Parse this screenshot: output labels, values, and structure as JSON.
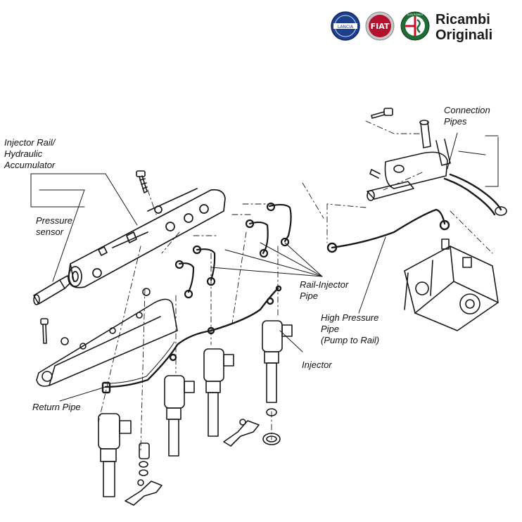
{
  "header": {
    "brand_line1": "Ricambi",
    "brand_line2": "Originali",
    "logos": [
      {
        "name": "lancia-logo",
        "text": "LANCIA",
        "color": "#1d3f8c"
      },
      {
        "name": "fiat-logo",
        "text": "FIAT",
        "color": "#b3122e"
      },
      {
        "name": "alfa-romeo-logo",
        "text": "ALFA ROMEO",
        "color": "#1f6b34"
      }
    ]
  },
  "labels": {
    "connection_pipes": [
      "Connection",
      "Pipes"
    ],
    "injector_rail": [
      "Injector Rail/",
      "Hydraulic",
      "Accumulator"
    ],
    "pressure_sensor": [
      "Pressure",
      "sensor"
    ],
    "rail_injector_pipe": [
      "Rail-Injector",
      "Pipe"
    ],
    "high_pressure_pipe": [
      "High Pressure",
      "Pipe",
      "(Pump to Rail)"
    ],
    "injector": "Injector",
    "return_pipe": "Return Pipe"
  },
  "colors": {
    "line": "#1a1a1a",
    "background": "#ffffff"
  }
}
